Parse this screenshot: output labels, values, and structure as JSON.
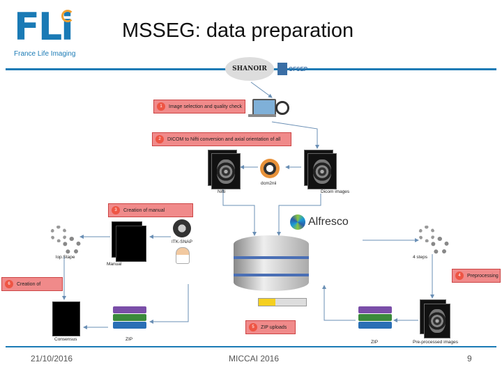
{
  "header": {
    "logo_text": "FLi",
    "logo_subtitle": "France Life Imaging",
    "title": "MSSEG: data preparation"
  },
  "diagram": {
    "sources": {
      "shanoir": "SHANOIR",
      "ofsep": "OFSEP"
    },
    "steps": [
      {
        "num": "1",
        "label": "Image selection and quality check"
      },
      {
        "num": "2",
        "label": "DICOM to Nifti conversion and axial orientation of all"
      },
      {
        "num": "3",
        "label": "Creation of manual"
      },
      {
        "num": "4",
        "label": "Preprocessing"
      },
      {
        "num": "5",
        "label": "ZIP uploads"
      },
      {
        "num": "6",
        "label": "Creation of"
      }
    ],
    "labels": {
      "nifti": "Nifti",
      "dcm2nii": "dcm2nii",
      "dicom_images": "Dicom images",
      "alfresco": "Alfresco",
      "itksnap": "ITK-SNAP",
      "manual": "Manual",
      "lop_stape": "lop.Stape",
      "four_steps": "4 steps",
      "consensus": "Consensus",
      "zip_left": "ZIP",
      "zip_right": "ZIP",
      "preprocessed": "Pre-processed images"
    },
    "colors": {
      "step_fill": "#f08a8a",
      "arrow": "#6a8fb5",
      "brand": "#1a7ab5"
    }
  },
  "footer": {
    "date": "21/10/2016",
    "event": "MICCAI 2016",
    "page": "9"
  }
}
